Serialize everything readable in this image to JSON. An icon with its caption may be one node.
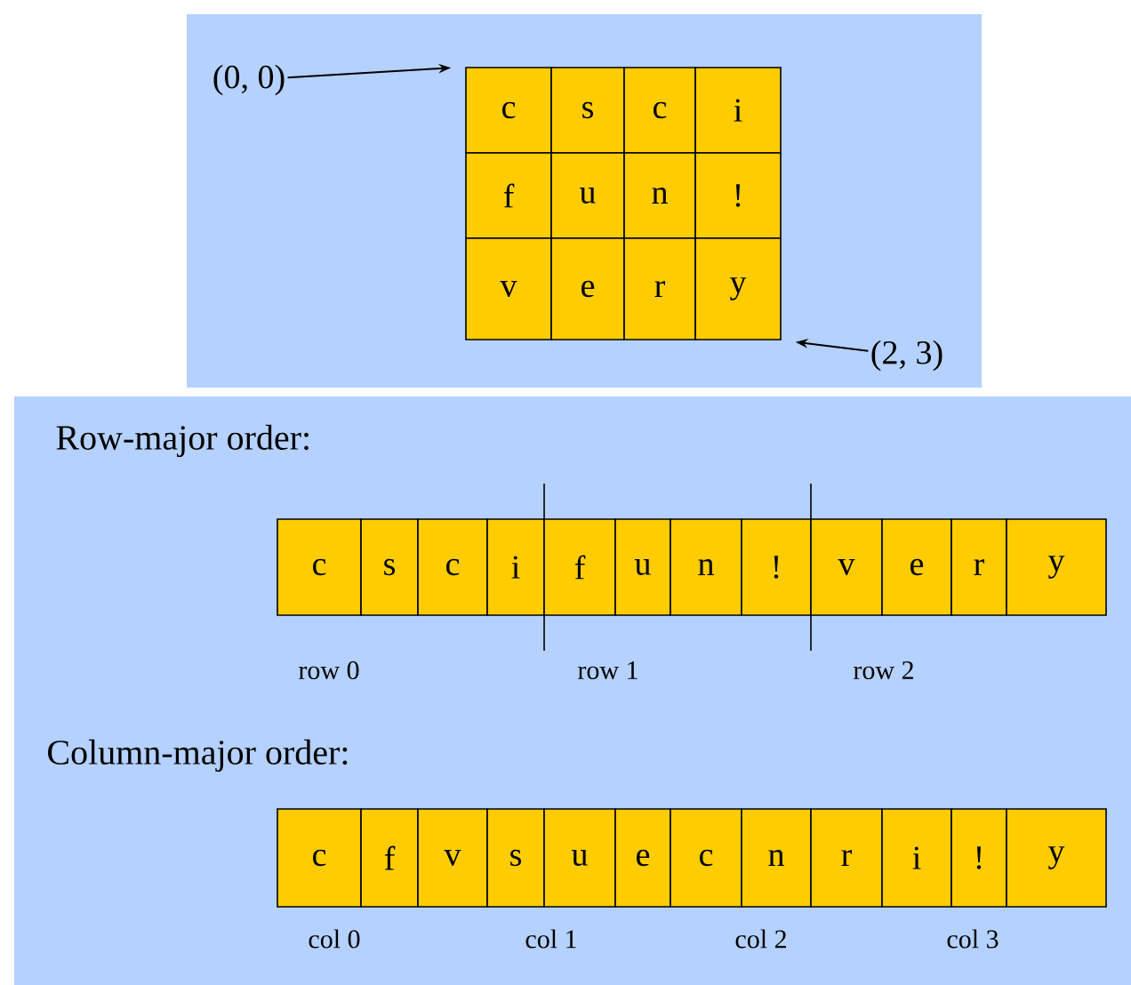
{
  "diagram": {
    "nodes": [
      {
        "text": [
          "(0, 0)"
        ]
      },
      {
        "text": [
          "c"
        ]
      },
      {
        "text": [
          "s"
        ]
      },
      {
        "text": [
          "c"
        ]
      },
      {
        "text": [
          "i"
        ]
      },
      {
        "text": [
          "f"
        ]
      },
      {
        "text": [
          "u"
        ]
      },
      {
        "text": [
          "n"
        ]
      },
      {
        "text": [
          "!"
        ]
      },
      {
        "text": [
          "v"
        ]
      },
      {
        "text": [
          "e"
        ]
      },
      {
        "text": [
          "r"
        ]
      },
      {
        "text": [
          "y"
        ]
      },
      {
        "text": [
          "(2, 3)"
        ]
      },
      {
        "text": [
          "c"
        ]
      },
      {
        "text": [
          "s"
        ]
      },
      {
        "text": [
          "c"
        ]
      },
      {
        "text": [
          "i"
        ]
      },
      {
        "text": [
          "f"
        ]
      },
      {
        "text": [
          "u"
        ]
      },
      {
        "text": [
          "n"
        ]
      },
      {
        "text": [
          "!"
        ]
      },
      {
        "text": [
          "v"
        ]
      },
      {
        "text": [
          "e"
        ]
      },
      {
        "text": [
          "r"
        ]
      },
      {
        "text": [
          "y"
        ]
      },
      {
        "text": [
          "c"
        ]
      },
      {
        "text": [
          "f"
        ]
      },
      {
        "text": [
          "v"
        ]
      },
      {
        "text": [
          "s"
        ]
      },
      {
        "text": [
          "u"
        ]
      },
      {
        "text": [
          "e"
        ]
      },
      {
        "text": [
          "c"
        ]
      },
      {
        "text": [
          "n"
        ]
      },
      {
        "text": [
          "r"
        ]
      },
      {
        "text": [
          "i"
        ]
      },
      {
        "text": [
          "!"
        ]
      },
      {
        "text": [
          "y"
        ]
      }
    ],
    "edges": [
      {
        "from": 0,
        "to": 1,
        "arrow": "to"
      },
      {
        "from": 13,
        "to": 12,
        "arrow": "to"
      }
    ],
    "labels": [
      "Row-major order:",
      "row 0",
      "row 1",
      "row 2",
      "Column-major order:",
      "col 0",
      "col 1",
      "col 2",
      "col 3"
    ]
  }
}
